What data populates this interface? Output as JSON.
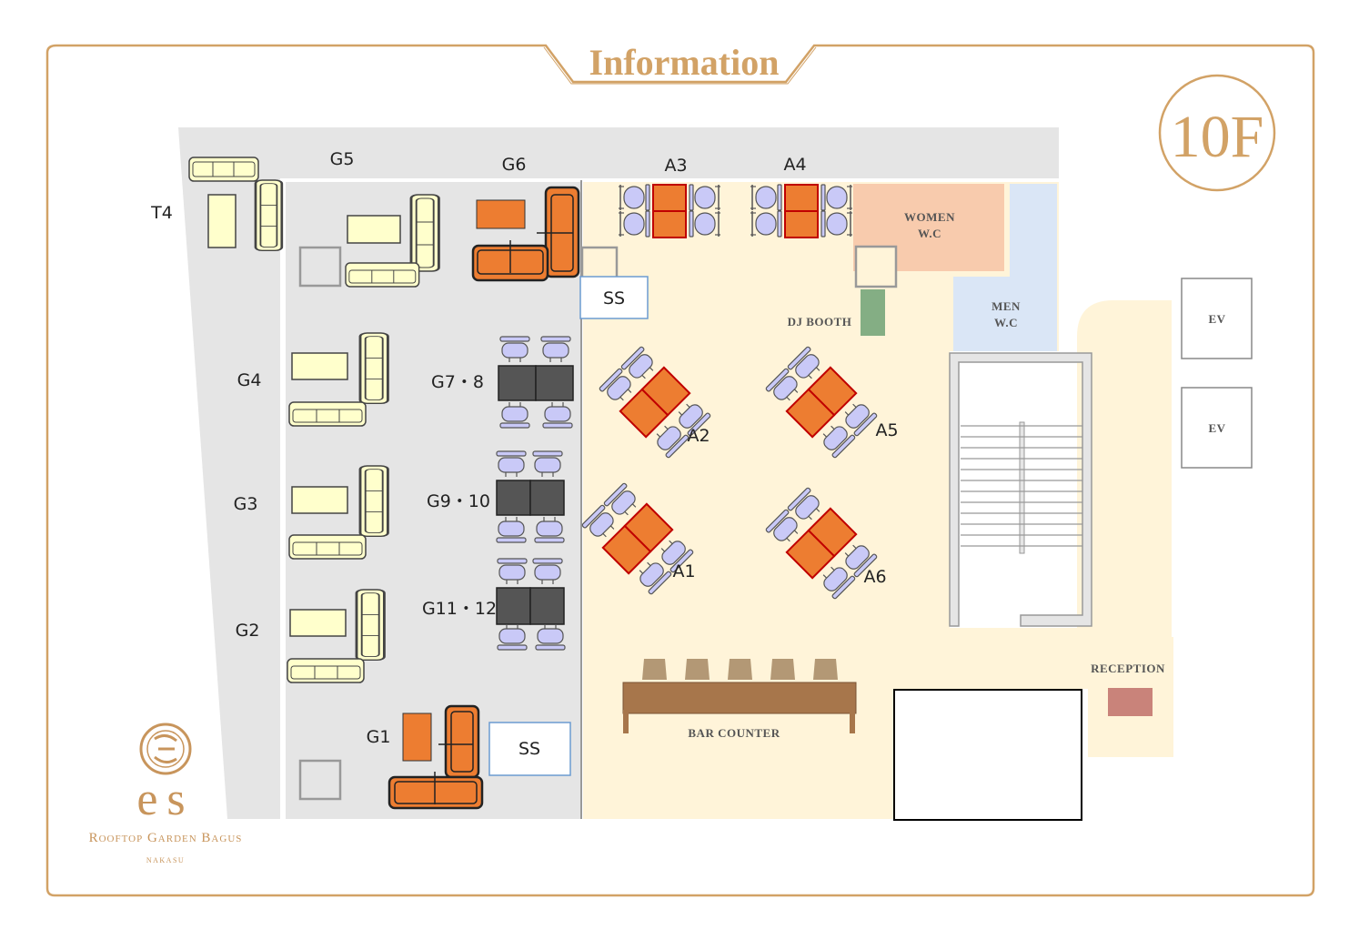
{
  "header": {
    "title": "Information",
    "floor": "10F"
  },
  "brand": {
    "mark": "es",
    "name": "Rooftop Garden Bagus",
    "sub": "NAKASU"
  },
  "colors": {
    "accent": "#d2a266",
    "sofa": "#ffffcc",
    "orange": "#ed7d31",
    "chair": "#c9c9f7",
    "floor": "#fff4d9",
    "grey": "#e5e5e5"
  },
  "areas": {
    "women_wc": {
      "line1": "WOMEN",
      "line2": "W.C"
    },
    "men_wc": {
      "line1": "MEN",
      "line2": "W.C"
    },
    "dj_booth": "DJ BOOTH",
    "bar_counter": "BAR COUNTER",
    "reception": "RECEPTION",
    "ev1": "EV",
    "ev2": "EV",
    "ss_top": "SS",
    "ss_bottom": "SS"
  },
  "tables": {
    "T4": "T4",
    "G5": "G5",
    "G6": "G6",
    "G4": "G4",
    "G3": "G3",
    "G2": "G2",
    "G1": "G1",
    "G7_8": "G7・8",
    "G9_10": "G9・10",
    "G11_12": "G11・12",
    "A1": "A1",
    "A2": "A2",
    "A3": "A3",
    "A4": "A4",
    "A5": "A5",
    "A6": "A6"
  }
}
